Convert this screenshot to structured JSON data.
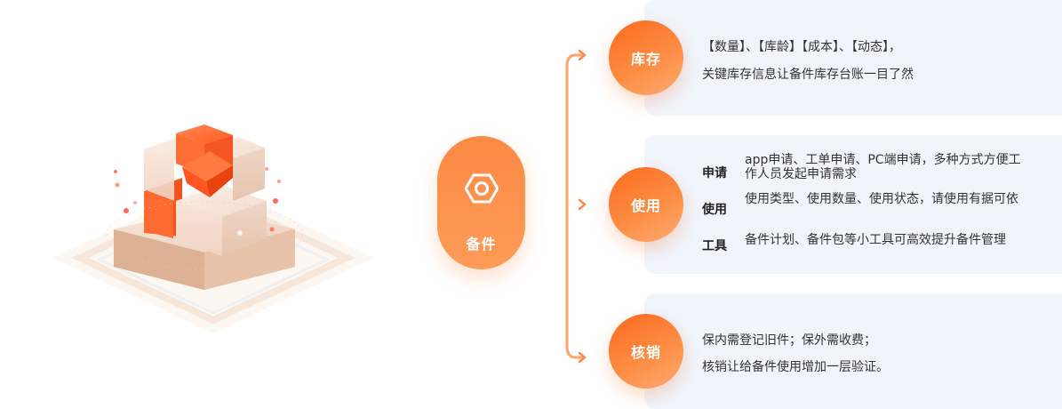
{
  "center": {
    "label": "备件",
    "icon": "hex-nut-icon"
  },
  "branches": [
    {
      "label": "库存",
      "lines": [
        "【数量】、【库龄】【成本】、【动态】，",
        "关键库存信息让备件库存台账一目了然"
      ]
    },
    {
      "label": "使用",
      "items": [
        {
          "term": "申请",
          "desc": "app申请、工单申请、PC端申请，多种方式方便工作人员发起申请需求"
        },
        {
          "term": "使用",
          "desc": "使用类型、使用数量、使用状态，请使用有据可依"
        },
        {
          "term": "工具",
          "desc": "备件计划、备件包等小工具可高效提升备件管理"
        }
      ]
    },
    {
      "label": "核销",
      "lines": [
        "保内需登记旧件；保外需收费；",
        "核销让给备件使用增加一层验证。"
      ]
    }
  ],
  "colors": {
    "accent": "#fc7b33",
    "card_bg": "#f0f4fb",
    "line": "#fca46a"
  }
}
